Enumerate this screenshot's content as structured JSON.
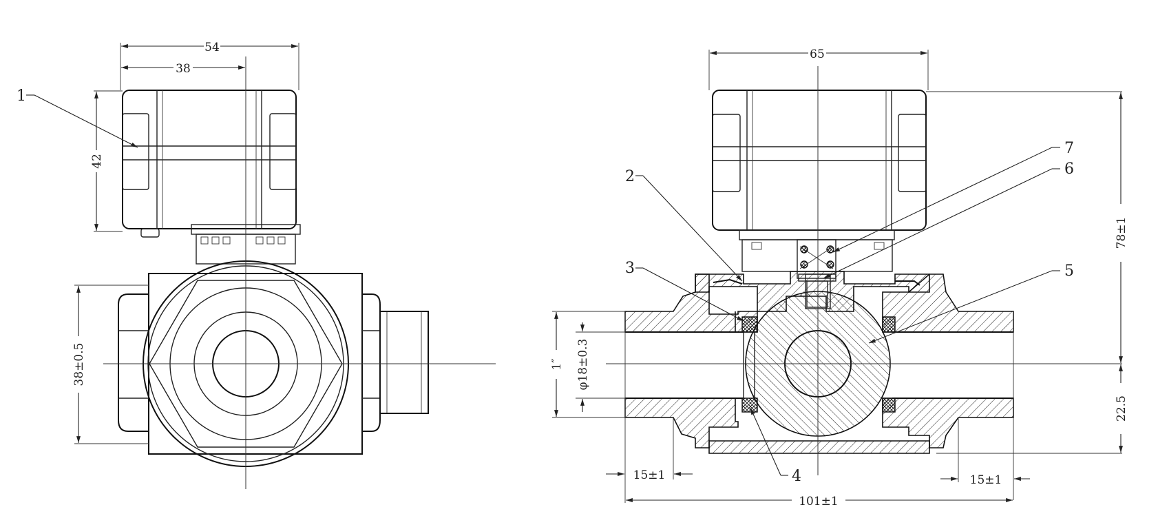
{
  "colors": {
    "line": "#222222",
    "background": "#ffffff"
  },
  "left_view": {
    "dims": {
      "overall_width": "54",
      "partial_width": "38",
      "actuator_height": "42",
      "body_height": "38±0.5"
    },
    "callout_1": "1"
  },
  "right_view": {
    "dims": {
      "actuator_width": "65",
      "overall_height": "78±1",
      "center_offset": "22.5",
      "pipe_size": "1″",
      "bore": "φ18±0.3",
      "thread_left": "15±1",
      "thread_right": "15±1",
      "overall_length": "101±1"
    },
    "callouts": {
      "c2": "2",
      "c3": "3",
      "c4": "4",
      "c5": "5",
      "c6": "6",
      "c7": "7"
    }
  }
}
